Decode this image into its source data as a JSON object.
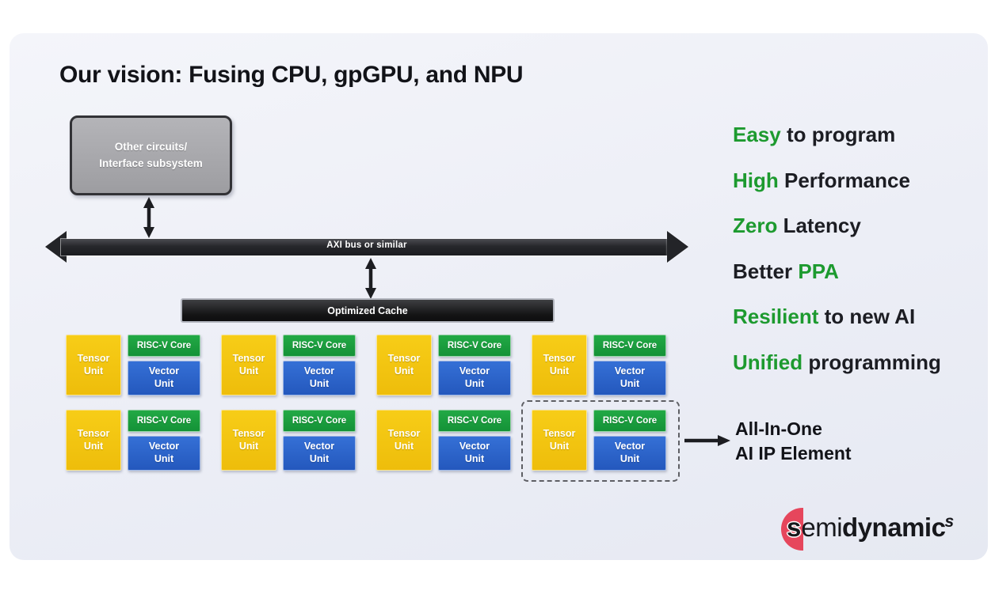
{
  "title": "Our vision: Fusing CPU, gpGPU, and NPU",
  "diagram": {
    "other_box": {
      "line1": "Other circuits/",
      "line2": "Interface subsystem"
    },
    "axi_bus_label": "AXI bus or similar",
    "cache_label": "Optimized Cache",
    "cluster": {
      "tensor": "Tensor Unit",
      "core": "RISC-V Core",
      "vector": "Vector Unit"
    },
    "cluster_count": 8,
    "callout": {
      "line1": "All-In-One",
      "line2": "AI IP Element"
    }
  },
  "benefits": [
    {
      "green": "Easy",
      "rest": " to program"
    },
    {
      "green": "High",
      "rest": " Performance"
    },
    {
      "green": "Zero",
      "rest": " Latency"
    },
    {
      "pre": "Better ",
      "green": "PPA"
    },
    {
      "green": "Resilient",
      "rest": " to new AI"
    },
    {
      "green": "Unified",
      "rest": " programming"
    }
  ],
  "logo": {
    "first_letter": "s",
    "light_part": "emi",
    "bold_part": "dynamic",
    "sup_letter": "s"
  },
  "colors": {
    "accent_green": "#1d9a2f",
    "tensor_yellow": "#f2c512",
    "core_green": "#1a9e3e",
    "vector_blue": "#2e68cf",
    "bus_dark": "#232428",
    "logo_red": "#e6465c",
    "card_bg": "#eceef6"
  }
}
